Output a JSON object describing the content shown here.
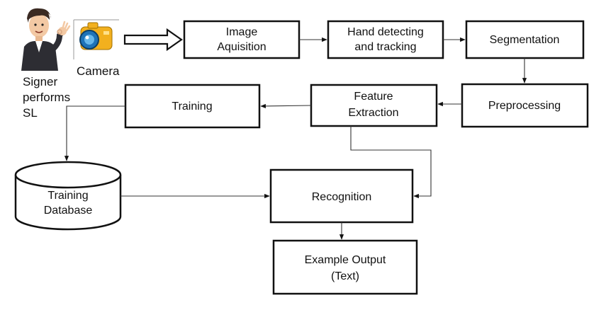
{
  "diagram": {
    "signer_label": [
      "Signer",
      "performs",
      "SL"
    ],
    "camera_label": "Camera",
    "nodes": {
      "image_acquisition": [
        "Image",
        "Aquisition"
      ],
      "hand_detecting": [
        "Hand detecting",
        "and tracking"
      ],
      "segmentation": [
        "Segmentation"
      ],
      "preprocessing": [
        "Preprocessing"
      ],
      "feature_extraction": [
        "Feature",
        "Extraction"
      ],
      "training": [
        "Training"
      ],
      "training_database": [
        "Training",
        "Database"
      ],
      "recognition": [
        "Recognition"
      ],
      "example_output": [
        "Example Output",
        "(Text)"
      ]
    }
  }
}
